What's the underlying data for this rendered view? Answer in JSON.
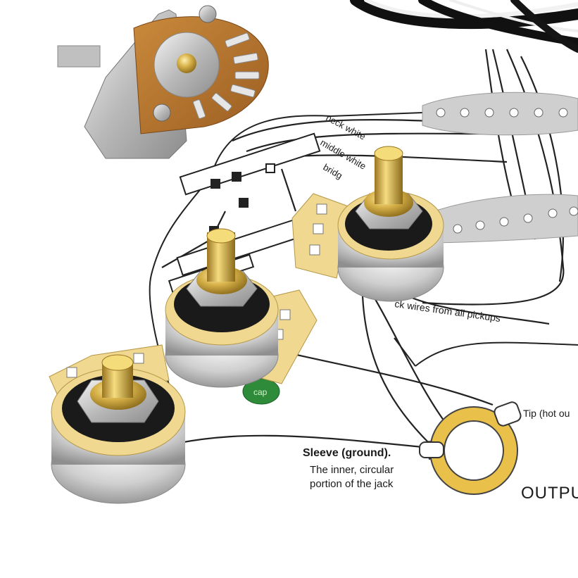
{
  "diagram": {
    "labels": {
      "neck": "neck white",
      "middle": "middle white",
      "bridge": "bridg",
      "black_wires": "ck wires from all pickups",
      "tip": "Tip (hot ou",
      "sleeve_title": "Sleeve (ground).",
      "sleeve_line1": "The inner, circular",
      "sleeve_line2": "portion of the jack",
      "output": "OUTPU",
      "cap": "cap"
    }
  },
  "colors": {
    "paper": "#ffffff",
    "ink": "#1a1a1a",
    "pcb_tan": "#f0d890",
    "switch_board": "#b8742c",
    "brass": "#d8b24a",
    "steel": "#c9c9c9",
    "pickup_gray": "#cfcfcf",
    "jack_ring": "#e9c04a",
    "capacitor": "#2e8b3a"
  }
}
